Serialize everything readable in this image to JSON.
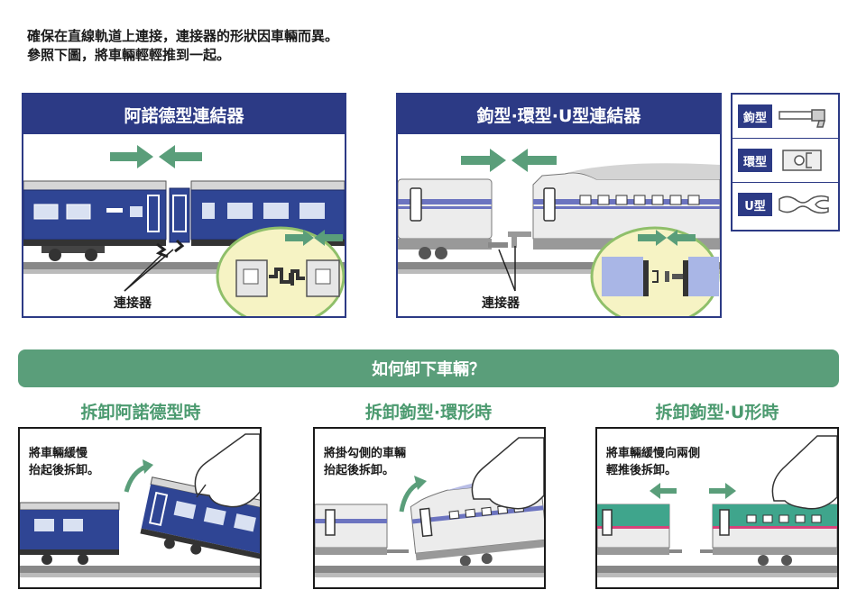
{
  "intro": {
    "line1": "確保在直線軌道上連接，連接器的形狀因車輛而異。",
    "line2": "參照下圖，將車輛輕輕推到一起。"
  },
  "panel_arnold": {
    "title": "阿諾德型連結器",
    "coupler_label": "連接器"
  },
  "panel_hook": {
    "title": "鉤型·環型·U型連結器",
    "coupler_label": "連接器"
  },
  "legend": [
    {
      "label": "鉤型"
    },
    {
      "label": "環型"
    },
    {
      "label": "U型"
    }
  ],
  "banner": {
    "text": "如何卸下車輛？"
  },
  "steps": [
    {
      "title": "拆卸阿諾德型時",
      "line1": "將車輛緩慢",
      "line2": "抬起後拆卸。"
    },
    {
      "title": "拆卸鉤型·環形時",
      "line1": "將掛勾側的車輛",
      "line2": "抬起後拆卸。"
    },
    {
      "title": "拆卸鉤型·U形時",
      "line1": "將車輛緩慢向兩側",
      "line2": "輕推後拆卸。"
    }
  ],
  "colors": {
    "navy": "#2c3a85",
    "green": "#5a9e7a",
    "green_text": "#4b9a6f",
    "zoom_fill": "#f6f3c4",
    "zoom_border": "#8fbf6a",
    "train_blue": "#2f4594",
    "shinkansen_stripe": "#6c74c0",
    "e5_green": "#3fa58c",
    "e5_pink": "#d8427a"
  }
}
